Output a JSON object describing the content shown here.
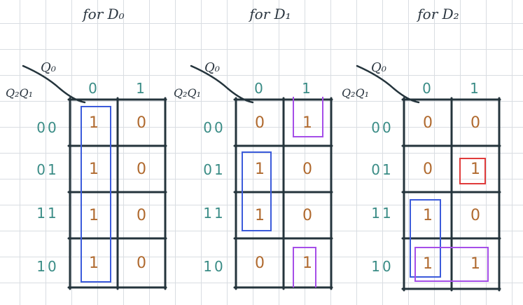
{
  "maps": [
    {
      "title": "for D₀",
      "var_top": "Q₀",
      "var_left": "Q₂Q₁",
      "col_heads": [
        "0",
        "1"
      ],
      "row_heads": [
        "00",
        "01",
        "11",
        "10"
      ],
      "cells": [
        [
          "1",
          "0"
        ],
        [
          "1",
          "0"
        ],
        [
          "1",
          "0"
        ],
        [
          "1",
          "0"
        ]
      ],
      "groups": [
        {
          "color": "#3b5bdb",
          "label": "blue-group"
        }
      ]
    },
    {
      "title": "for D₁",
      "var_top": "Q₀",
      "var_left": "Q₂Q₁",
      "col_heads": [
        "0",
        "1"
      ],
      "row_heads": [
        "00",
        "01",
        "11",
        "10"
      ],
      "cells": [
        [
          "0",
          "1"
        ],
        [
          "1",
          "0"
        ],
        [
          "1",
          "0"
        ],
        [
          "0",
          "1"
        ]
      ],
      "groups": [
        {
          "color": "#3b5bdb",
          "label": "blue-group"
        },
        {
          "color": "#a54ee8",
          "label": "purple-group-top"
        },
        {
          "color": "#a54ee8",
          "label": "purple-group-bottom"
        }
      ]
    },
    {
      "title": "for D₂",
      "var_top": "Q₀",
      "var_left": "Q₂Q₁",
      "col_heads": [
        "0",
        "1"
      ],
      "row_heads": [
        "00",
        "01",
        "11",
        "10"
      ],
      "cells": [
        [
          "0",
          "0"
        ],
        [
          "0",
          "1"
        ],
        [
          "1",
          "0"
        ],
        [
          "1",
          "1"
        ]
      ],
      "groups": [
        {
          "color": "#e03b3b",
          "label": "red-group"
        },
        {
          "color": "#3b5bdb",
          "label": "blue-group"
        },
        {
          "color": "#a54ee8",
          "label": "purple-group"
        }
      ]
    }
  ]
}
